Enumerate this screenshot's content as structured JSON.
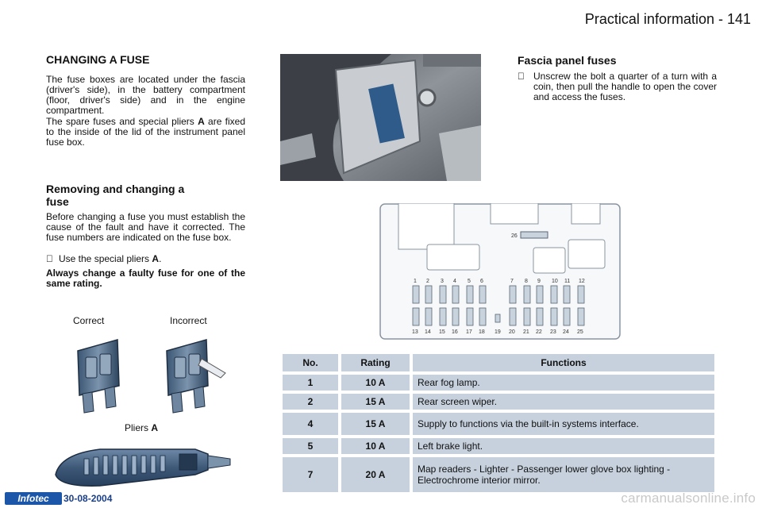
{
  "header": {
    "title": "Practical information - 141"
  },
  "changing": {
    "title": "CHANGING A FUSE",
    "p1": "The fuse boxes are located under the fascia (driver's side), in the battery compartment (floor, driver's side) and in the engine compartment.",
    "p2_pre": "The spare fuses and special pliers ",
    "p2_bold": "A",
    "p2_post": " are fixed to the inside of the lid of the instrument panel fuse box."
  },
  "removing": {
    "title_line1": "Removing and changing a",
    "title_line2": "fuse",
    "p1": "Before changing a fuse you must establish the cause of the fault and have it corrected. The fuse numbers are indicated on the fuse box.",
    "bullet_mark": "",
    "bullet_pre": "Use the special pliers ",
    "bullet_bold": "A",
    "bullet_post": ".",
    "warning": "Always change a faulty fuse for one of the same rating."
  },
  "labels": {
    "correct": "Correct",
    "incorrect": "Incorrect",
    "pliers": "Pliers ",
    "pliers_letter": "A"
  },
  "fascia": {
    "title": "Fascia panel fuses",
    "bullet_mark": "",
    "bullet_text": "Unscrew the bolt a quarter of a turn with a coin, then pull the handle to open the cover and access the fuses."
  },
  "diagram": {
    "top_numbers": [
      "1",
      "2",
      "3",
      "4",
      "5",
      "6",
      "7",
      "8",
      "9",
      "10",
      "11",
      "12"
    ],
    "bottom_numbers": [
      "13",
      "14",
      "15",
      "16",
      "17",
      "18",
      "19",
      "20",
      "21",
      "22",
      "23",
      "24",
      "25"
    ],
    "special": "26"
  },
  "table": {
    "headers": [
      "No.",
      "Rating",
      "Functions"
    ],
    "rows": [
      {
        "no": "1",
        "rating": "10 A",
        "function": "Rear fog lamp."
      },
      {
        "no": "2",
        "rating": "15 A",
        "function": "Rear screen wiper."
      },
      {
        "no": "4",
        "rating": "15 A",
        "function": "Supply to functions via the built-in systems interface."
      },
      {
        "no": "5",
        "rating": "10 A",
        "function": "Left brake light."
      },
      {
        "no": "7",
        "rating": "20 A",
        "function": "Map readers - Lighter - Passenger lower glove box lighting - Electrochrome interior mirror."
      }
    ]
  },
  "footer": {
    "logo": "Infotec",
    "date": "30-08-2004",
    "site": "carmanualsonline.info"
  }
}
